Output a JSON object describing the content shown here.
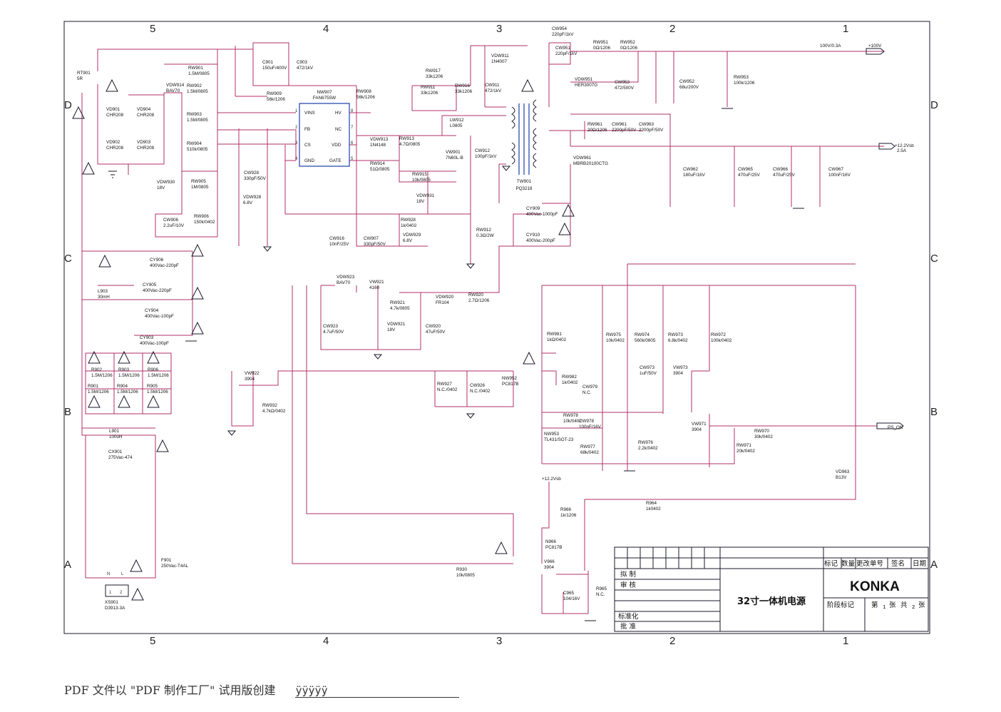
{
  "zones": {
    "top": [
      "5",
      "4",
      "3",
      "2",
      "1"
    ],
    "bottom": [
      "5",
      "4",
      "3",
      "2",
      "1"
    ],
    "left": [
      "D",
      "C",
      "B",
      "A"
    ],
    "right": [
      "D",
      "C",
      "B",
      "A"
    ]
  },
  "title_block": {
    "headers": [
      "标记",
      "数量",
      "更改单号",
      "签名",
      "日期"
    ],
    "roles": [
      "拟 制",
      "审 核",
      "标准化",
      "批 准"
    ],
    "drawing_title": "32寸一体机电源",
    "company": "KONKA",
    "stage_label": "阶段标记",
    "sheet_prefix": "第",
    "sheet_no": "1",
    "sheet_mid": "张",
    "total_prefix": "共",
    "total_no": "2",
    "total_suffix": "张"
  },
  "outputs": {
    "v100": "100V/0.3A",
    "v100_tag": "+100V",
    "v12": "+12.2Vsb",
    "v12_current": "2.5A",
    "ps_on": "PS_ON",
    "v12_top": "+12.2Vsb"
  },
  "ics": {
    "nw907": {
      "ref": "NW907",
      "part": "FAN6755W",
      "pins": [
        "VINS",
        "FB",
        "CS",
        "GND",
        "HV",
        "NC",
        "VDD",
        "GATE"
      ],
      "nums": [
        "1",
        "2",
        "3",
        "4",
        "8",
        "7",
        "6",
        "5"
      ]
    },
    "tw901": {
      "ref": "TW901",
      "part": "PQ3218"
    }
  },
  "components": [
    {
      "ref": "RT901",
      "val": "5R"
    },
    {
      "ref": "RW901",
      "val": "1.5M/0805"
    },
    {
      "ref": "RW902",
      "val": "1.5M/0805"
    },
    {
      "ref": "RW903",
      "val": "1.5M/0805"
    },
    {
      "ref": "RW904",
      "val": "510k/0805"
    },
    {
      "ref": "RW905",
      "val": "1M/0805"
    },
    {
      "ref": "RW906",
      "val": "150k/0402"
    },
    {
      "ref": "VDW914",
      "val": "BAV70"
    },
    {
      "ref": "VD901",
      "val": "CHR208"
    },
    {
      "ref": "VD904",
      "val": "CHR208"
    },
    {
      "ref": "VD902",
      "val": "CHR208"
    },
    {
      "ref": "VD903",
      "val": "CHR208"
    },
    {
      "ref": "VDW930",
      "val": "18V"
    },
    {
      "ref": "CW906",
      "val": "2.2uF/10V"
    },
    {
      "ref": "C901",
      "val": "150uF/400V"
    },
    {
      "ref": "C903",
      "val": "472/1kV"
    },
    {
      "ref": "RW909",
      "val": "56k/1206"
    },
    {
      "ref": "RW908",
      "val": "56k/1206"
    },
    {
      "ref": "CW928",
      "val": "330pF/50V"
    },
    {
      "ref": "VDW928",
      "val": "6.8V"
    },
    {
      "ref": "RW917",
      "val": "33k1206"
    },
    {
      "ref": "RW911",
      "val": "33k1206"
    },
    {
      "ref": "RW916",
      "val": "33k1206"
    },
    {
      "ref": "CW911",
      "val": "472/1kV"
    },
    {
      "ref": "VDW911",
      "val": "1N4007"
    },
    {
      "ref": "LW912",
      "val": "L0805"
    },
    {
      "ref": "VDW913",
      "val": "1N4148"
    },
    {
      "ref": "RW913",
      "val": "4.7Ω/0805"
    },
    {
      "ref": "RW914",
      "val": "51Ω/0805"
    },
    {
      "ref": "RW915",
      "val": "10k/0805"
    },
    {
      "ref": "VDW931",
      "val": "18V"
    },
    {
      "ref": "VW901",
      "val": "7N60L-B"
    },
    {
      "ref": "CW912",
      "val": "100pF/1kV"
    },
    {
      "ref": "RW928",
      "val": "1k/0402"
    },
    {
      "ref": "CW916",
      "val": "10nF/25V"
    },
    {
      "ref": "CW907",
      "val": "330pF/50V"
    },
    {
      "ref": "VDW929",
      "val": "6.8V"
    },
    {
      "ref": "RW912",
      "val": "0.3Ω/2W"
    },
    {
      "ref": "CY909",
      "val": "400Vac-1000pF"
    },
    {
      "ref": "CY910",
      "val": "400Vac-200pF"
    },
    {
      "ref": "CW954",
      "val": "220pF/1kV"
    },
    {
      "ref": "CW951",
      "val": "220pF/1kV"
    },
    {
      "ref": "RW951",
      "val": "0Ω/1206"
    },
    {
      "ref": "RW952",
      "val": "0Ω/1206"
    },
    {
      "ref": "VDW951",
      "val": "HER3007G"
    },
    {
      "ref": "CW953",
      "val": "472/500V"
    },
    {
      "ref": "CW952",
      "val": "68u/200V"
    },
    {
      "ref": "RW953",
      "val": "100k/1206"
    },
    {
      "ref": "RW961",
      "val": "20Ω/1206"
    },
    {
      "ref": "CW961",
      "val": "2200pF/50V"
    },
    {
      "ref": "CW963",
      "val": "2200pF/50V"
    },
    {
      "ref": "VDW961",
      "val": "MBRB20100CTG"
    },
    {
      "ref": "CW962",
      "val": "180uF/16V"
    },
    {
      "ref": "CW965",
      "val": "470uF/25V"
    },
    {
      "ref": "CW966",
      "val": "470uF/25V"
    },
    {
      "ref": "CW967",
      "val": "100nF/16V"
    },
    {
      "ref": "CY906",
      "val": "400Vac-220pF"
    },
    {
      "ref": "CY905",
      "val": "400Vac-220pF"
    },
    {
      "ref": "CY904",
      "val": "400Vac-100pF"
    },
    {
      "ref": "CY903",
      "val": "400Vac-100pF"
    },
    {
      "ref": "L903",
      "val": "30mH"
    },
    {
      "ref": "VDW923",
      "val": "BAV70"
    },
    {
      "ref": "VW921",
      "val": "4160"
    },
    {
      "ref": "RW921",
      "val": "4.7k/0805"
    },
    {
      "ref": "VDW921",
      "val": "18V"
    },
    {
      "ref": "CW920",
      "val": "47uF/50V"
    },
    {
      "ref": "VDW920",
      "val": "FR104"
    },
    {
      "ref": "RW920",
      "val": "2.7Ω/1206"
    },
    {
      "ref": "CW923",
      "val": "4.7uF/50V"
    },
    {
      "ref": "VW922",
      "val": "3904"
    },
    {
      "ref": "RW932",
      "val": "4.7kΩ/0402"
    },
    {
      "ref": "RW927",
      "val": "N.C./0402"
    },
    {
      "ref": "CW926",
      "val": "N.C./0402"
    },
    {
      "ref": "NW952",
      "val": "PC817B"
    },
    {
      "ref": "RW981",
      "val": "1kΩ/0402"
    },
    {
      "ref": "RW982",
      "val": "1k/0402"
    },
    {
      "ref": "CW979",
      "val": "N.C."
    },
    {
      "ref": "RW978",
      "val": "10k/0402"
    },
    {
      "ref": "CW978",
      "val": "100nF/16V"
    },
    {
      "ref": "NW953",
      "val": "TL431/SOT-23"
    },
    {
      "ref": "RW977",
      "val": "68k/0402"
    },
    {
      "ref": "RW975",
      "val": "10k/0402"
    },
    {
      "ref": "RW974",
      "val": "560k/0805"
    },
    {
      "ref": "RW973",
      "val": "6.8k/0402"
    },
    {
      "ref": "RW972",
      "val": "100k/0402"
    },
    {
      "ref": "CW973",
      "val": "1uF/50V"
    },
    {
      "ref": "VW973",
      "val": "3904"
    },
    {
      "ref": "RW976",
      "val": "2.2k/0402"
    },
    {
      "ref": "VW971",
      "val": "3904"
    },
    {
      "ref": "RW970",
      "val": "30k/0402"
    },
    {
      "ref": "RW971",
      "val": "20k/0402"
    },
    {
      "ref": "VD963",
      "val": "B13V"
    },
    {
      "ref": "R964",
      "val": "1k0402"
    },
    {
      "ref": "R966",
      "val": "1k/1206"
    },
    {
      "ref": "N966",
      "val": "PC817B"
    },
    {
      "ref": "V966",
      "val": "3904"
    },
    {
      "ref": "C965",
      "val": "104/16V"
    },
    {
      "ref": "R965",
      "val": "N.C."
    },
    {
      "ref": "R930",
      "val": "10k/0805"
    },
    {
      "ref": "R902",
      "val": "1.5M/1206"
    },
    {
      "ref": "R903",
      "val": "1.5M/1206"
    },
    {
      "ref": "R906",
      "val": "1.5M/1206"
    },
    {
      "ref": "R901",
      "val": "1.5M/1206"
    },
    {
      "ref": "R904",
      "val": "1.5M/1206"
    },
    {
      "ref": "R905",
      "val": "1.5M/1206"
    },
    {
      "ref": "L901",
      "val": "100uH"
    },
    {
      "ref": "CX901",
      "val": "275Vac-474"
    },
    {
      "ref": "F901",
      "val": "250Vac-T4AL"
    },
    {
      "ref": "XS901",
      "val": "D3913-3A"
    }
  ],
  "connector_pins": {
    "n": "N",
    "l": "L",
    "p1": "1",
    "p2": "2"
  },
  "footer": {
    "text": "PDF 文件以 \"PDF 制作工厂\" 试用版创建",
    "mark": "ÿÿÿÿÿ"
  }
}
